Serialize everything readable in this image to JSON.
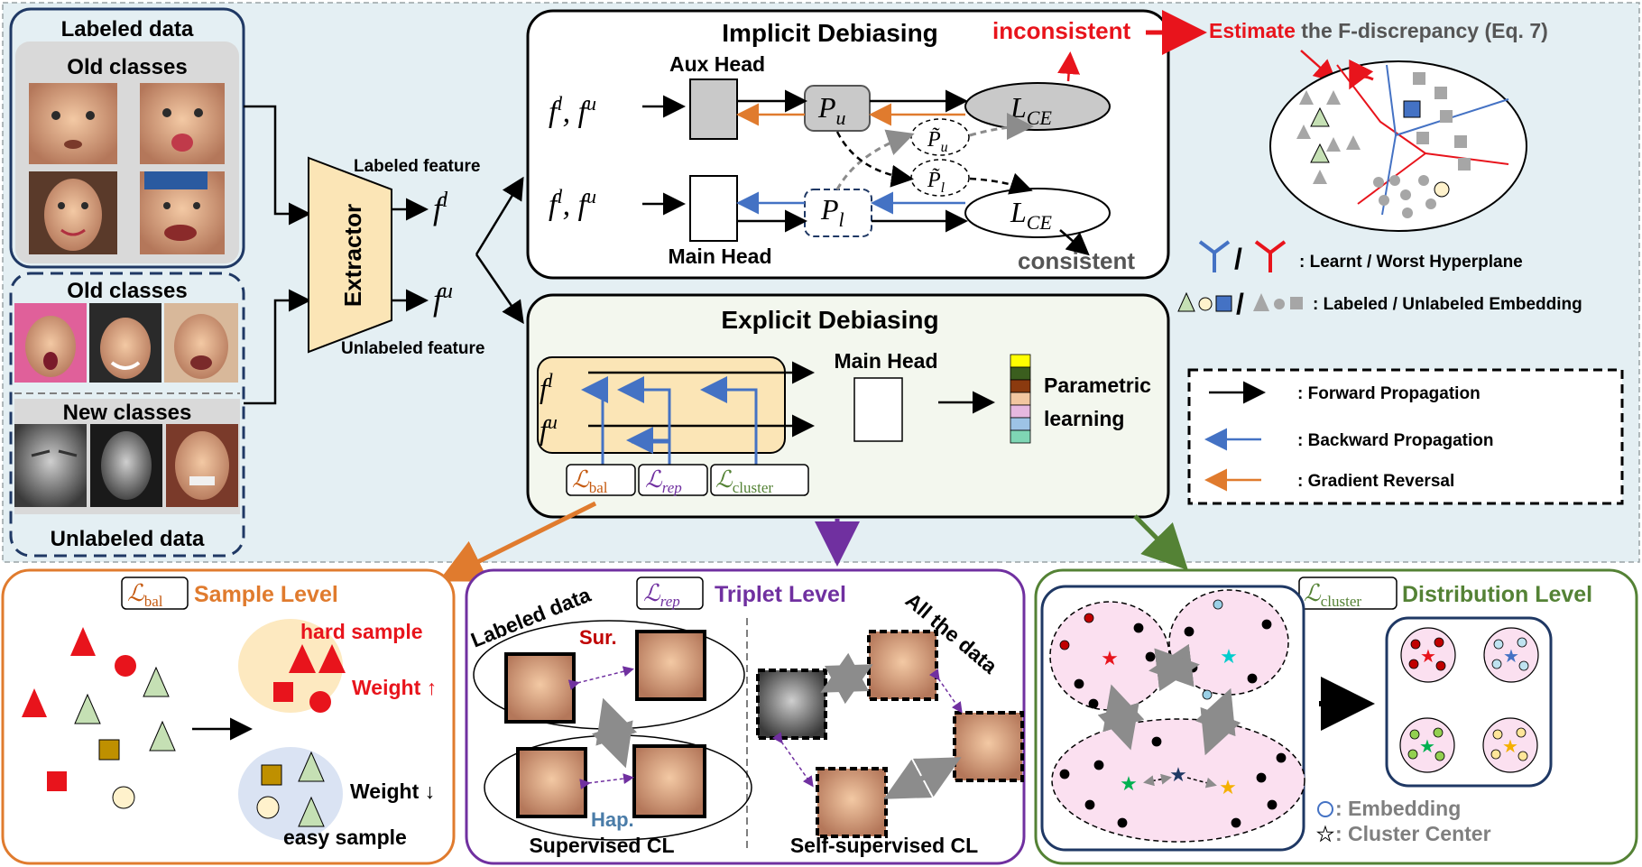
{
  "input": {
    "labeled_title": "Labeled data",
    "old_classes_1": "Old classes",
    "old_classes_2": "Old classes",
    "new_classes": "New classes",
    "unlabeled_title": "Unlabeled data"
  },
  "extractor": {
    "label": "Extractor",
    "labeled_feature": "Labeled feature",
    "unlabeled_feature": "Unlabeled feature",
    "f_l": "f",
    "f_l_sup": "l",
    "f_u": "f",
    "f_u_sup": "u"
  },
  "implicit": {
    "title": "Implicit Debiasing",
    "input_top": "f",
    "input_bottom": "f",
    "aux_head": "Aux Head",
    "main_head": "Main Head",
    "p_u": "P",
    "p_u_sub": "u",
    "p_l": "P",
    "p_l_sub": "l",
    "p_u_tilde": "P̃",
    "p_u_tilde_sub": "u",
    "p_l_tilde": "P̃",
    "p_l_tilde_sub": "l",
    "loss_top": "L",
    "loss_top_sub": "CE",
    "loss_bottom": "L",
    "loss_bottom_sub": "CE",
    "inconsistent": "inconsistent",
    "consistent": "consistent"
  },
  "estimate": {
    "highlight": "Estimate",
    "rest": " the F-discrepancy (Eq. 7)"
  },
  "legend_right": {
    "hyperplane": ": Learnt / Worst Hyperplane",
    "embedding": ": Labeled / Unlabeled Embedding",
    "slash1": "/",
    "slash2": "/"
  },
  "explicit": {
    "title": "Explicit Debiasing",
    "main_head": "Main Head",
    "parametric": "Parametric",
    "learning": "learning",
    "loss_bal": "ℒ",
    "loss_bal_sub": "bal",
    "loss_rep": "ℒ",
    "loss_rep_sub": "rep",
    "loss_cluster": "ℒ",
    "loss_cluster_sub": "cluster",
    "f_l": "f",
    "f_l_sup": "l",
    "f_u": "f",
    "f_u_sup": "u"
  },
  "propagation_legend": {
    "forward": ": Forward Propagation",
    "backward": ": Backward Propagation",
    "reversal": ": Gradient Reversal"
  },
  "sample_level": {
    "loss": "ℒ",
    "loss_sub": "bal",
    "title": "Sample Level",
    "hard_sample": "hard sample",
    "weight_up": "Weight ↑",
    "weight_down": "Weight ↓",
    "easy_sample": "easy sample"
  },
  "triplet_level": {
    "loss": "ℒ",
    "loss_sub": "rep",
    "title": "Triplet Level",
    "labeled_data": "Labeled data",
    "all_data": "All the data",
    "sur": "Sur.",
    "hap": "Hap.",
    "supervised": "Supervised  CL",
    "self_supervised": "Self-supervised CL"
  },
  "distribution_level": {
    "loss": "ℒ",
    "loss_sub": "cluster",
    "title": "Distribution Level",
    "embedding": ": Embedding",
    "cluster_center": ": Cluster Center"
  },
  "colors": {
    "red": "#e8141c",
    "blue": "#4472c4",
    "orange": "#e07b2e",
    "purple": "#7030a0",
    "green": "#548235",
    "navy": "#1f3864",
    "extractor_fill": "#fbe5b6",
    "background_band": "#e4eff3",
    "parametric_stack": [
      "#ffff00",
      "#3b5e1e",
      "#8b3a0f",
      "#f2c6a0",
      "#e6b8e0",
      "#9dc3e6",
      "#7fd6b4"
    ]
  }
}
